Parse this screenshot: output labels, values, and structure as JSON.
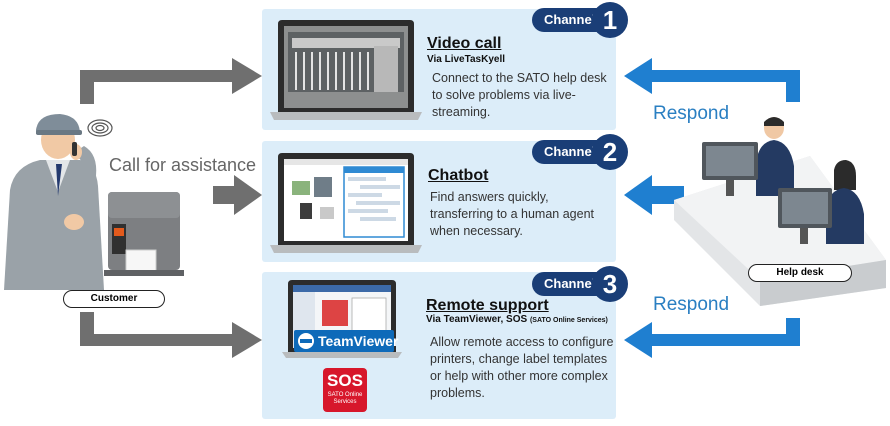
{
  "channels": [
    {
      "badge": "Channel",
      "number": "1",
      "title": "Video call",
      "via": "Via LiveTasKyell",
      "via_small": "",
      "desc": [
        "Connect to the SATO help desk",
        "to solve problems via live-",
        "streaming."
      ]
    },
    {
      "badge": "Channel",
      "number": "2",
      "title": "Chatbot",
      "via": "",
      "via_small": "",
      "desc": [
        "Find answers quickly,",
        "transferring to a human agent",
        "when necessary."
      ]
    },
    {
      "badge": "Channel",
      "number": "3",
      "title": "Remote support",
      "via": "Via TeamViewer, SOS",
      "via_small": "(SATO Online Services)",
      "desc": [
        "Allow remote access to configure",
        "printers, change label templates",
        "or help with other more complex",
        "problems."
      ]
    }
  ],
  "left": {
    "call_text": "Call for assistance",
    "customer_label": "Customer"
  },
  "right": {
    "respond_top": "Respond",
    "respond_bottom": "Respond",
    "helpdesk_label": "Help desk"
  },
  "logos": {
    "teamviewer": "TeamViewer",
    "sos": "SOS",
    "sos_sub1": "SATO Online",
    "sos_sub2": "Services"
  },
  "colors": {
    "panel": "#dcedf9",
    "badge": "#1a3e77",
    "respond_arrow": "#1f7fd0",
    "customer_arrow": "#707070",
    "respond_text": "#2a7fc2"
  }
}
